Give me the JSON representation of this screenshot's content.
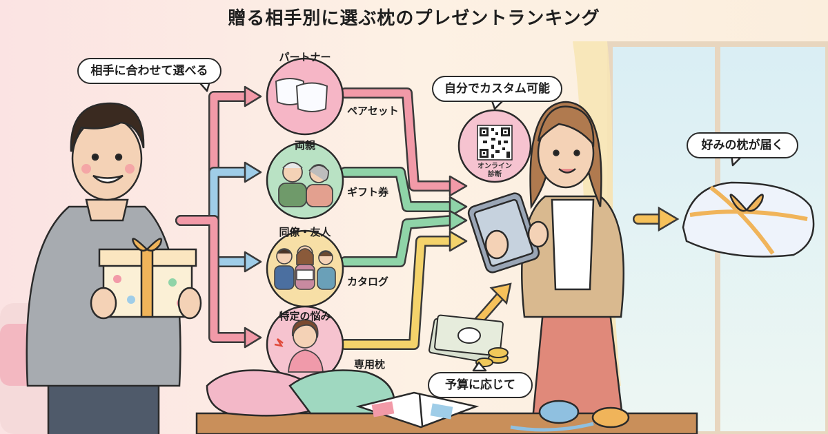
{
  "title": "贈る相手別に選ぶ枕のプレゼントランキング",
  "callouts": {
    "choose": "相手に合わせて選べる",
    "custom": "自分でカスタム可能",
    "delivered": "好みの枕が届く",
    "budget": "予算に応じて"
  },
  "recipients": [
    {
      "label": "パートナー",
      "gift": "ペアセット",
      "icon": "pillow-pair-icon",
      "color": "#f6b6c6"
    },
    {
      "label": "両親",
      "gift": "ギフト券",
      "icon": "elderly-couple-icon",
      "color": "#b9e2c4"
    },
    {
      "label": "同僚・友人",
      "gift": "カタログ",
      "icon": "friends-group-icon",
      "color": "#f7dfa6"
    },
    {
      "label": "特定の悩み",
      "gift": "専用枕",
      "icon": "neck-pain-icon",
      "color": "#f6c3cf"
    }
  ],
  "qr": {
    "caption_line1": "オンライン",
    "caption_line2": "診断",
    "icon": "qr-code-icon"
  },
  "colors": {
    "arrow_pink": "#f29aa8",
    "arrow_blue": "#9fcde8",
    "arrow_green": "#8fd4a8",
    "arrow_yellow": "#f4d36b",
    "arrow_orange": "#f6c15a"
  }
}
